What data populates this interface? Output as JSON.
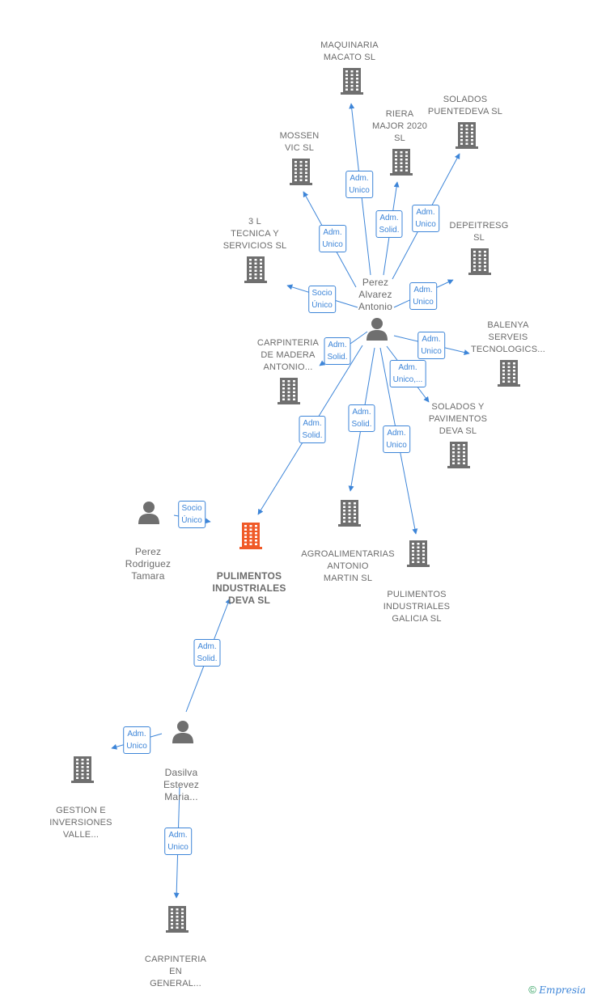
{
  "colors": {
    "edge": "#3d85d8",
    "building": "#6f6f6f",
    "main_building": "#f05a28",
    "person": "#6f6f6f"
  },
  "nodes": [
    {
      "id": "n_maquinaria",
      "type": "company",
      "label": "MAQUINARIA\nMACATO  SL"
    },
    {
      "id": "n_solados_p",
      "type": "company",
      "label": "SOLADOS\nPUENTEDEVA SL"
    },
    {
      "id": "n_riera",
      "type": "company",
      "label": "RIERA\nMAJOR 2020\nSL"
    },
    {
      "id": "n_mossen",
      "type": "company",
      "label": "MOSSEN\nVIC  SL"
    },
    {
      "id": "n_3l",
      "type": "company",
      "label": "3 L\nTECNICA Y\nSERVICIOS  SL"
    },
    {
      "id": "n_depeitresg",
      "type": "company",
      "label": "DEPEITRESG\nSL"
    },
    {
      "id": "n_perez_alv",
      "type": "person",
      "label": "Perez\nAlvarez\nAntonio"
    },
    {
      "id": "n_carpinteria_m",
      "type": "company",
      "label": "CARPINTERIA\nDE MADERA\nANTONIO..."
    },
    {
      "id": "n_balenya",
      "type": "company",
      "label": "BALENYA\nSERVEIS\nTECNOLOGICS..."
    },
    {
      "id": "n_solados_pav",
      "type": "company",
      "label": "SOLADOS Y\nPAVIMENTOS\nDEVA  SL"
    },
    {
      "id": "n_perez_rod",
      "type": "person",
      "label": "Perez\nRodriguez\nTamara"
    },
    {
      "id": "n_pulimentos_deva",
      "type": "main",
      "label": "PULIMENTOS\nINDUSTRIALES\nDEVA  SL"
    },
    {
      "id": "n_agro",
      "type": "company",
      "label": "AGROALIMENTARIAS\nANTONIO\nMARTIN  SL"
    },
    {
      "id": "n_pulimentos_gal",
      "type": "company",
      "label": "PULIMENTOS\nINDUSTRIALES\nGALICIA SL"
    },
    {
      "id": "n_dasilva",
      "type": "person",
      "label": "Dasilva\nEstevez\nMaria..."
    },
    {
      "id": "n_gestion",
      "type": "company",
      "label": "GESTION E\nINVERSIONES\nVALLE..."
    },
    {
      "id": "n_carp_general",
      "type": "company",
      "label": "CARPINTERIA\nEN\nGENERAL..."
    }
  ],
  "edges": [
    {
      "id": "e1",
      "from": "n_perez_alv",
      "to": "n_maquinaria",
      "label": "Adm.\nUnico"
    },
    {
      "id": "e2",
      "from": "n_perez_alv",
      "to": "n_riera",
      "label": "Adm.\nSolid."
    },
    {
      "id": "e3",
      "from": "n_perez_alv",
      "to": "n_solados_p",
      "label": "Adm.\nUnico"
    },
    {
      "id": "e4",
      "from": "n_perez_alv",
      "to": "n_mossen",
      "label": "Adm.\nUnico"
    },
    {
      "id": "e5",
      "from": "n_perez_alv",
      "to": "n_3l",
      "label": "Socio\nÚnico"
    },
    {
      "id": "e6",
      "from": "n_perez_alv",
      "to": "n_depeitresg",
      "label": "Adm.\nUnico"
    },
    {
      "id": "e7",
      "from": "n_perez_alv",
      "to": "n_carpinteria_m",
      "label": "Adm.\nSolid."
    },
    {
      "id": "e8",
      "from": "n_perez_alv",
      "to": "n_balenya",
      "label": "Adm.\nUnico"
    },
    {
      "id": "e9",
      "from": "n_perez_alv",
      "to": "n_solados_pav",
      "label": "Adm.\nUnico,..."
    },
    {
      "id": "e10",
      "from": "n_perez_alv",
      "to": "n_pulimentos_deva",
      "label": "Adm.\nSolid."
    },
    {
      "id": "e11",
      "from": "n_perez_alv",
      "to": "n_agro",
      "label": "Adm.\nSolid."
    },
    {
      "id": "e12",
      "from": "n_perez_alv",
      "to": "n_pulimentos_gal",
      "label": "Adm.\nUnico"
    },
    {
      "id": "e13",
      "from": "n_perez_rod",
      "to": "n_pulimentos_deva",
      "label": "Socio\nÚnico"
    },
    {
      "id": "e14",
      "from": "n_dasilva",
      "to": "n_pulimentos_deva",
      "label": "Adm.\nSolid."
    },
    {
      "id": "e15",
      "from": "n_dasilva",
      "to": "n_gestion",
      "label": "Adm.\nUnico"
    },
    {
      "id": "e16",
      "from": "n_dasilva",
      "to": "n_carp_general",
      "label": "Adm.\nUnico"
    }
  ],
  "footer": {
    "copyright": "©",
    "brand": "Empresia"
  }
}
